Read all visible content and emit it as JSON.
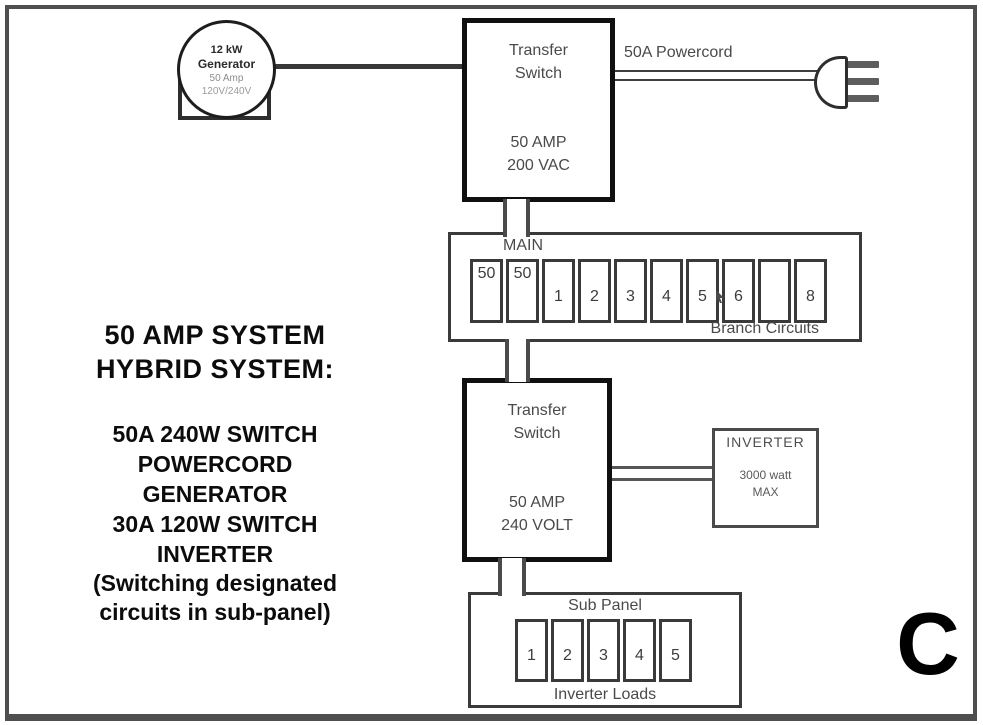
{
  "legend": {
    "heading_line1": "50 AMP SYSTEM",
    "heading_line2": "HYBRID SYSTEM:",
    "items": [
      "50A 240W SWITCH",
      "POWERCORD",
      "GENERATOR",
      "30A 120W SWITCH",
      "INVERTER"
    ],
    "note_line1": "(Switching designated",
    "note_line2": "circuits in sub-panel)"
  },
  "generator": {
    "line1": "12 kW",
    "line2": "Generator",
    "line3": "50 Amp",
    "line4": "120V/240V"
  },
  "transfer_switch_top": {
    "name_line1": "Transfer",
    "name_line2": "Switch",
    "rating_line1": "50 AMP",
    "rating_line2": "200 VAC"
  },
  "powercord": {
    "label": "50A Powercord"
  },
  "main_panel": {
    "title": "MAIN",
    "breakers": [
      "50",
      "50",
      "1",
      "2",
      "3",
      "4",
      "5",
      "6",
      "",
      "8"
    ],
    "footer": "Branch Circuits"
  },
  "transfer_switch_bottom": {
    "name_line1": "Transfer",
    "name_line2": "Switch",
    "rating_line1": "50 AMP",
    "rating_line2": "240 VOLT"
  },
  "inverter": {
    "title": "INVERTER",
    "line1": "3000 watt",
    "line2": "MAX"
  },
  "sub_panel": {
    "title": "Sub Panel",
    "breakers": [
      "1",
      "2",
      "3",
      "4",
      "5"
    ],
    "footer": "Inverter Loads"
  },
  "page_label": "C",
  "colors": {
    "frame_border": "#4f4f4f",
    "switch_border": "#101010",
    "panel_border": "#3a3a3a",
    "diagram_text": "#4a4a4a",
    "legend_text": "#0c0c0c"
  }
}
